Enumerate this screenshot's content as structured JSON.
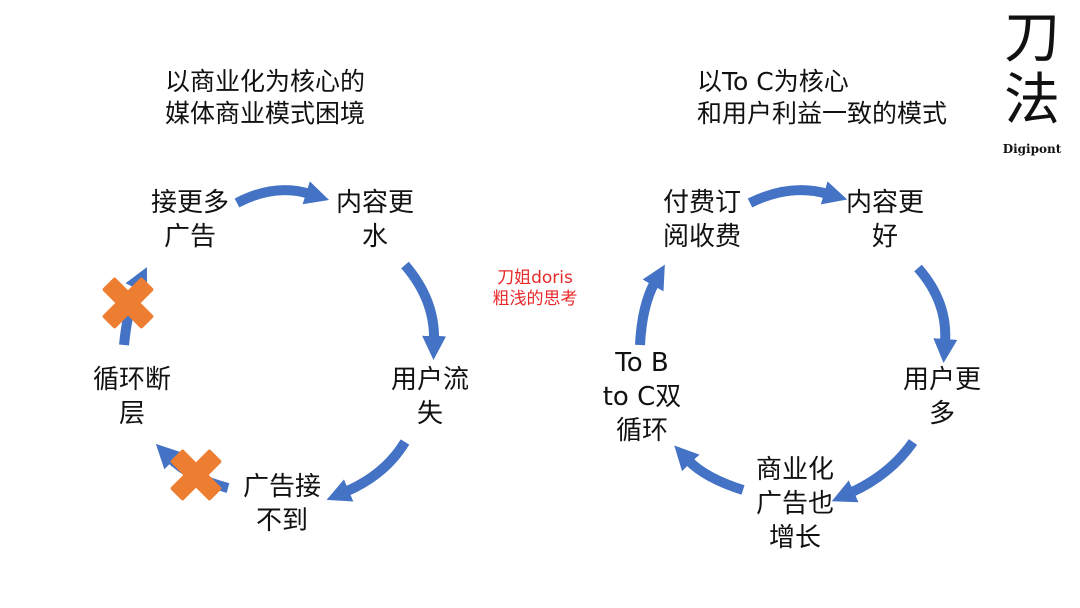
{
  "left": {
    "title_line1": "以商业化为核心的",
    "title_line2": "媒体商业模式困境",
    "nodes": [
      {
        "line1": "接更多",
        "line2": "广告"
      },
      {
        "line1": "内容更",
        "line2": "水"
      },
      {
        "line1": "用户流",
        "line2": "失"
      },
      {
        "line1": "广告接",
        "line2": "不到"
      },
      {
        "line1": "循环断",
        "line2": "层"
      }
    ]
  },
  "right": {
    "title_line1": "以To C为核心",
    "title_line2": "和用户利益一致的模式",
    "nodes": [
      {
        "line1": "付费订",
        "line2": "阅收费"
      },
      {
        "line1": "内容更",
        "line2": "好"
      },
      {
        "line1": "用户更",
        "line2": "多"
      },
      {
        "line1": "商业化",
        "line2": "广告也",
        "line3": "增长"
      },
      {
        "line1": "To B",
        "line2": "to C双",
        "line3": "循环"
      }
    ]
  },
  "center_note": {
    "line1": "刀姐doris",
    "line2": "粗浅的思考"
  },
  "brand": {
    "char1": "刀",
    "char2": "法",
    "sub": "Digipont"
  },
  "colors": {
    "arrow": "#4472c4",
    "cross": "#ed7d31",
    "note": "#e8292a"
  }
}
